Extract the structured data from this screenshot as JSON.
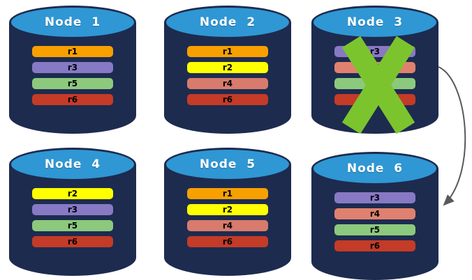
{
  "colors": {
    "background": "#FFFFFF",
    "cylinder_body": "#1D2B4F",
    "cylinder_top": "#2F97D4",
    "title_text": "#FFFFFF",
    "replica_label_text": "#000000"
  },
  "nodes": [
    {
      "title": "Node  1",
      "replicas": [
        {
          "label": "r1",
          "color": "#F7A000"
        },
        {
          "label": "r3",
          "color": "#8779C4"
        },
        {
          "label": "r5",
          "color": "#8CC97D"
        },
        {
          "label": "r6",
          "color": "#C43B27"
        }
      ]
    },
    {
      "title": "Node  2",
      "replicas": [
        {
          "label": "r1",
          "color": "#F7A000"
        },
        {
          "label": "r2",
          "color": "#FFFF00"
        },
        {
          "label": "r4",
          "color": "#D87B6C"
        },
        {
          "label": "r6",
          "color": "#C43B27"
        }
      ]
    },
    {
      "title": "Node  3",
      "replicas": [
        {
          "label": "r3",
          "color": "#8779C4"
        },
        {
          "label": "r4",
          "color": "#E0816F"
        },
        {
          "label": "r5",
          "color": "#8CC97D"
        },
        {
          "label": "r6",
          "color": "#C43B27"
        }
      ]
    },
    {
      "title": "Node  4",
      "replicas": [
        {
          "label": "r2",
          "color": "#FFFF00"
        },
        {
          "label": "r3",
          "color": "#8779C4"
        },
        {
          "label": "r5",
          "color": "#8CC97D"
        },
        {
          "label": "r6",
          "color": "#C43B27"
        }
      ]
    },
    {
      "title": "Node  5",
      "replicas": [
        {
          "label": "r1",
          "color": "#F7A000"
        },
        {
          "label": "r2",
          "color": "#FFFF00"
        },
        {
          "label": "r4",
          "color": "#D87B6C"
        },
        {
          "label": "r6",
          "color": "#C43B27"
        }
      ]
    },
    {
      "title": "Node  6",
      "replicas": [
        {
          "label": "r3",
          "color": "#8779C4"
        },
        {
          "label": "r4",
          "color": "#E0816F"
        },
        {
          "label": "r5",
          "color": "#8CC97D"
        },
        {
          "label": "r6",
          "color": "#C43B27"
        }
      ]
    }
  ],
  "x_mark": {
    "color": "#7CC42E"
  },
  "arrow": {
    "color": "#595959"
  }
}
